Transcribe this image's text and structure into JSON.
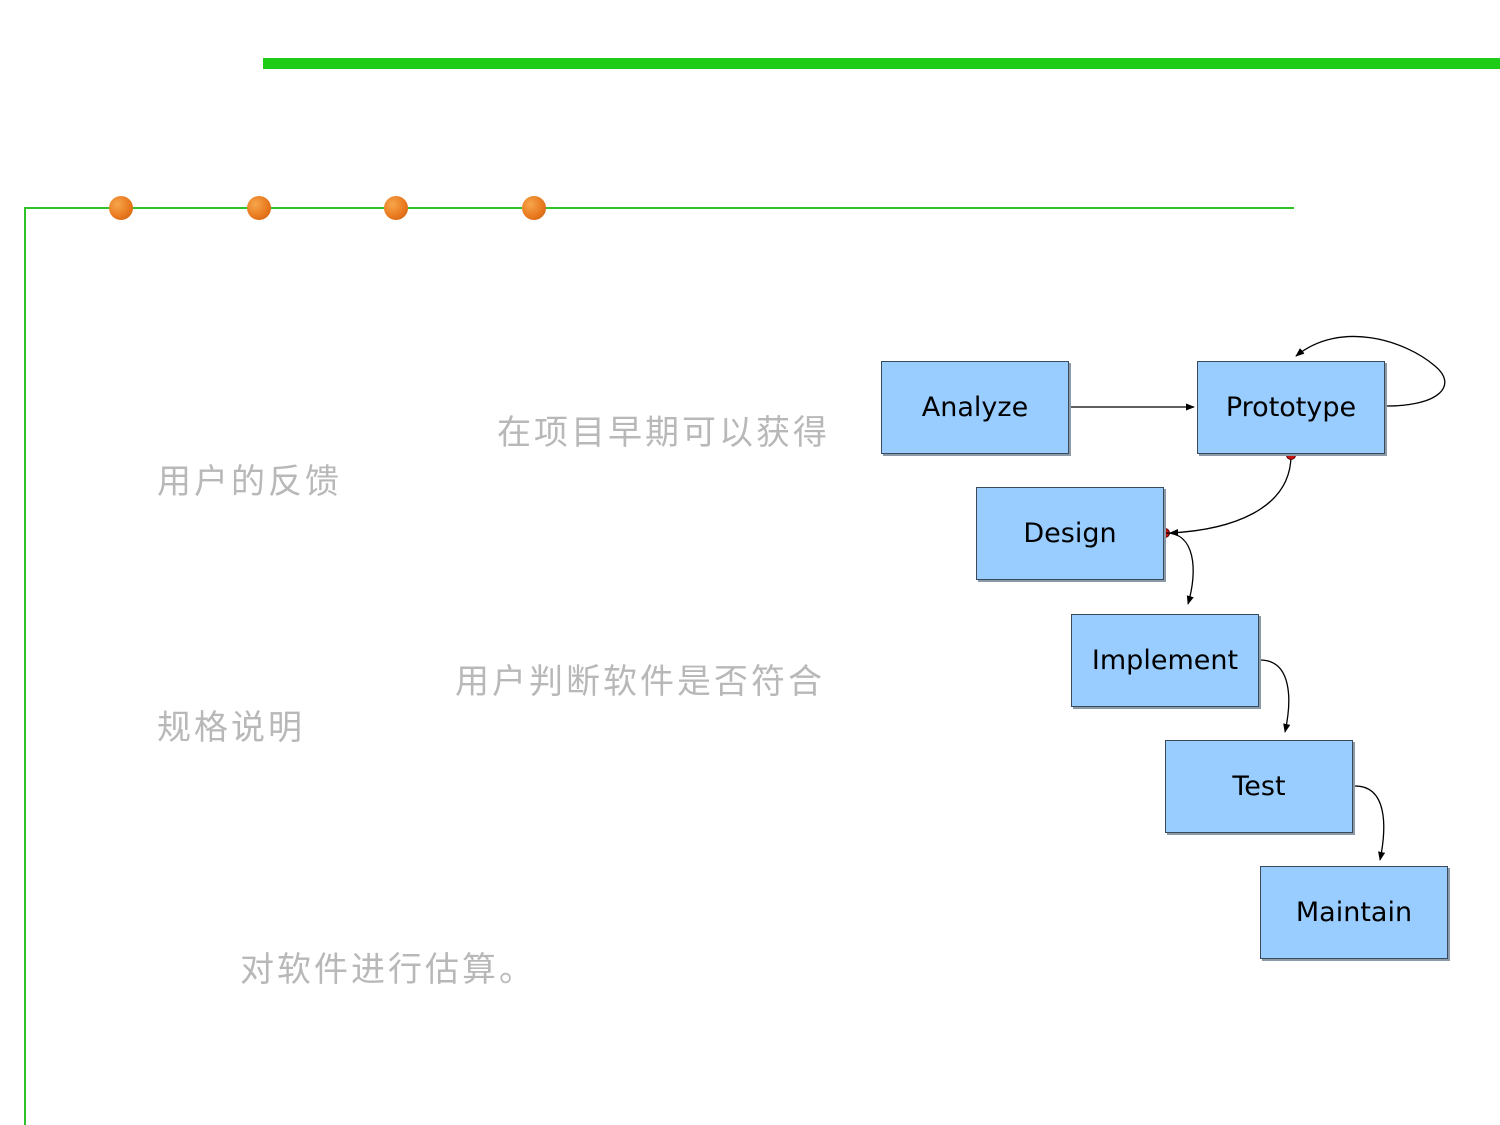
{
  "colors": {
    "accent_bar": "#1ecb16",
    "frame_line": "#2fc22a",
    "dot": "#e97a1f",
    "box_fill": "#99ccff",
    "body_text": "#b8b8b8"
  },
  "text": {
    "line1a": "在项目早期可以获得",
    "line1b": "用户的反馈",
    "line2a": "用户判断软件是否符合",
    "line2b": "规格说明",
    "line3": "对软件进行估算。"
  },
  "diagram": {
    "nodes": {
      "analyze": "Analyze",
      "prototype": "Prototype",
      "design": "Design",
      "implement": "Implement",
      "test": "Test",
      "maintain": "Maintain"
    },
    "edges": [
      {
        "from": "Analyze",
        "to": "Prototype"
      },
      {
        "from": "Prototype",
        "to": "Prototype"
      },
      {
        "from": "Prototype",
        "to": "Design"
      },
      {
        "from": "Design",
        "to": "Implement"
      },
      {
        "from": "Implement",
        "to": "Test"
      },
      {
        "from": "Test",
        "to": "Maintain"
      }
    ]
  }
}
